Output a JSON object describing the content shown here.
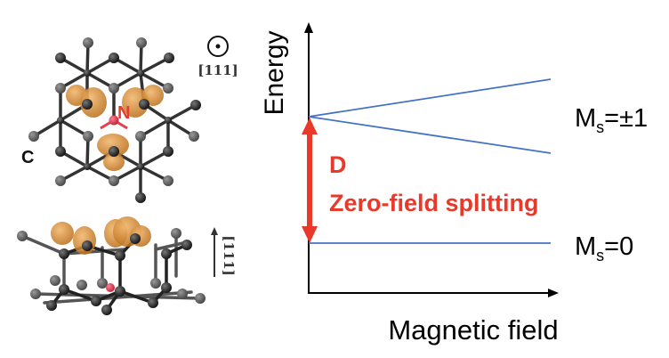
{
  "structure": {
    "atom_c_label": "C",
    "atom_n_label": "N",
    "top_view_axis_label": "[111]",
    "side_view_axis_label": "[111]"
  },
  "diagram": {
    "y_axis_label": "Energy",
    "x_axis_label": "Magnetic field",
    "upper_state_label": "M",
    "upper_state_sub": "s",
    "upper_state_value": "=±1",
    "lower_state_label": "M",
    "lower_state_sub": "s",
    "lower_state_value": "=0",
    "splitting_symbol": "D",
    "splitting_label": "Zero-field splitting"
  },
  "colors": {
    "level_line": "#4472c4",
    "accent_red": "#e8392a",
    "orbital": "#d98b2b",
    "nitrogen": "#e0404f"
  }
}
